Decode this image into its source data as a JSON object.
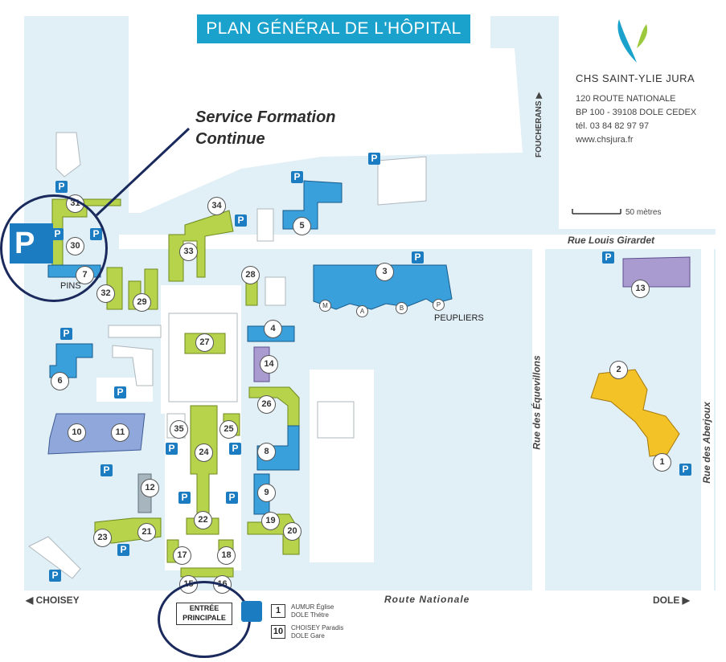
{
  "title": "PLAN GÉNÉRAL DE L'HÔPITAL",
  "callout": [
    "Service Formation",
    "Continue"
  ],
  "org": {
    "name": "CHS SAINT-YLIE JURA",
    "address_lines": [
      "120 ROUTE NATIONALE",
      "BP 100 - 39108 DOLE CEDEX",
      "tél. 03 84 82 97 97",
      "www.chsjura.fr"
    ]
  },
  "scale": "50 mètres",
  "roads": {
    "route_nationale": "Route Nationale",
    "louis_girardet": "Rue Louis Girardet",
    "equevillons": "Rue des Équevillons",
    "aberjoux": "Rue des Aberjoux"
  },
  "directions": {
    "choisey": "◀ CHOISEY",
    "dole": "DOLE ▶",
    "foucherans": "FOUCHERANS ▶"
  },
  "labels": {
    "pins": "PINS",
    "peupliers": "PEUPLIERS",
    "entree": [
      "ENTRÉE",
      "PRINCIPALE"
    ]
  },
  "bus_lines": [
    {
      "num": "1",
      "dest": [
        "AUMUR Église",
        "DOLE Thétre"
      ]
    },
    {
      "num": "10",
      "dest": [
        "CHOISEY Paradis",
        "DOLE Gare"
      ]
    }
  ],
  "parking_symbol": "P",
  "building_numbers": [
    "1",
    "2",
    "3",
    "4",
    "5",
    "6",
    "7",
    "8",
    "9",
    "10",
    "11",
    "12",
    "13",
    "14",
    "15",
    "16",
    "17",
    "18",
    "19",
    "20",
    "21",
    "22",
    "23",
    "24",
    "25",
    "26",
    "27",
    "28",
    "29",
    "30",
    "31",
    "32",
    "33",
    "34",
    "35"
  ],
  "wing_letters": [
    "M",
    "A",
    "B",
    "P"
  ],
  "colors": {
    "title_bg": "#1aa1cc",
    "green": "#b6d34b",
    "blue": "#3aa0dc",
    "purple": "#a99ad0",
    "periwinkle": "#8fa7da",
    "yellow": "#f2c227",
    "grey_blue": "#a7b6be",
    "ground": "#e1eff6",
    "parking": "#1b7cc1",
    "ring": "#1b2a5c"
  }
}
